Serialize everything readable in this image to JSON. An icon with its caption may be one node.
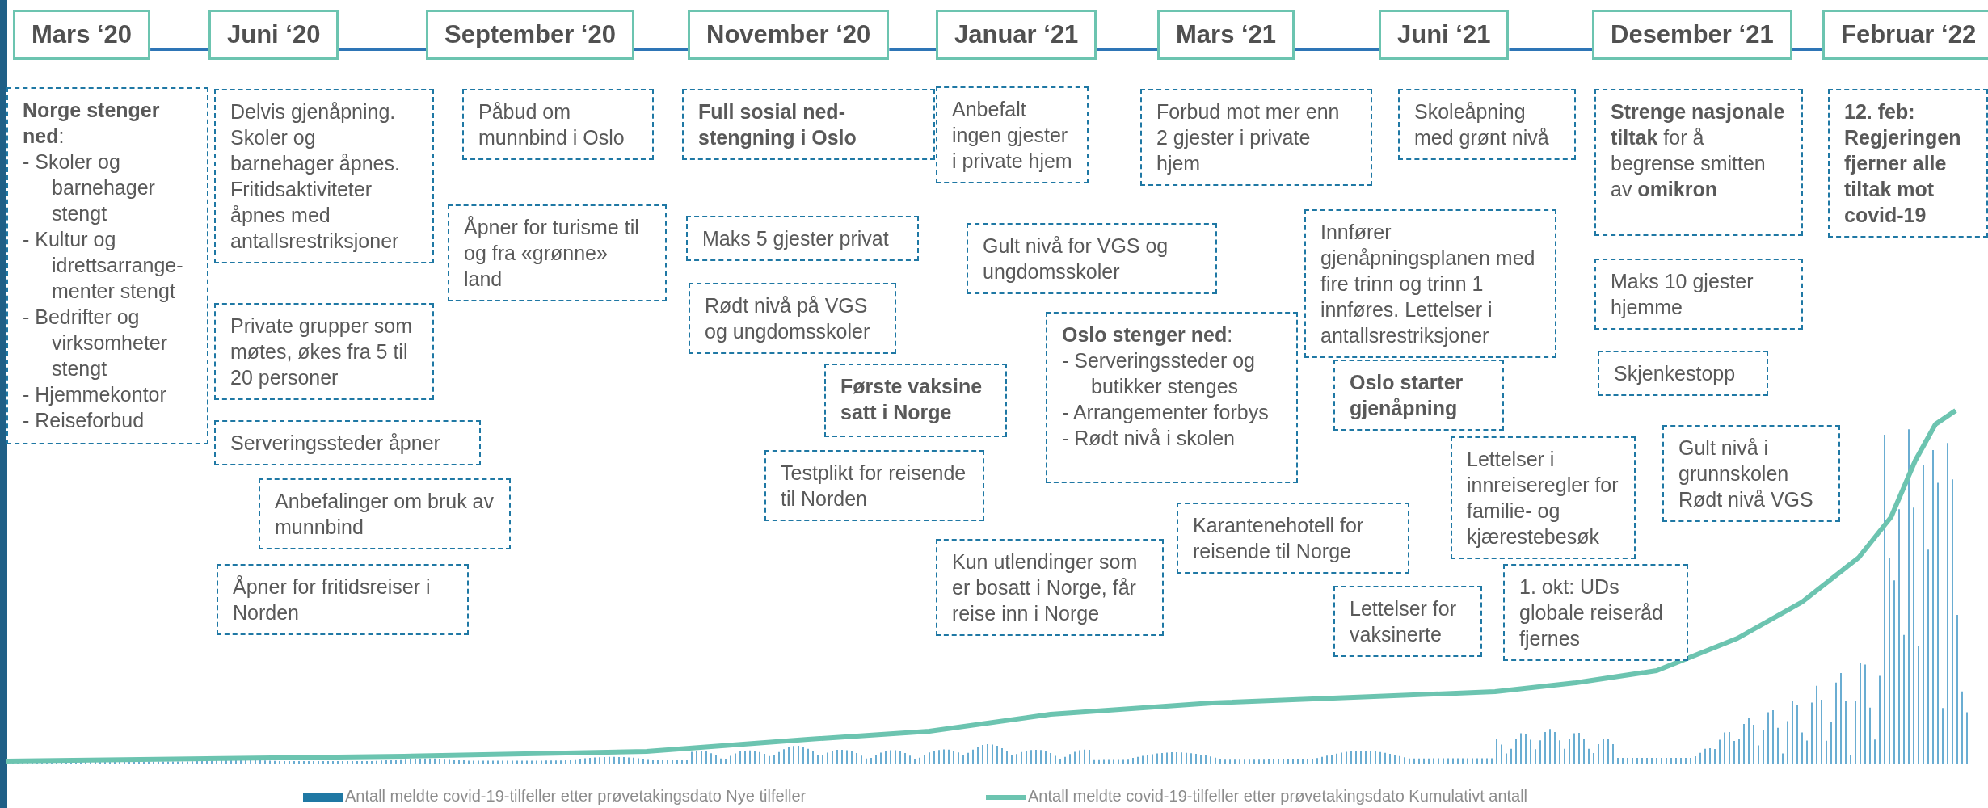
{
  "diagram": {
    "nodes": [
      {
        "text": [
          "Mars ‘20"
        ]
      },
      {
        "text": [
          "Juni ‘20"
        ]
      },
      {
        "text": [
          "September ‘20"
        ]
      },
      {
        "text": [
          "November ‘20"
        ]
      },
      {
        "text": [
          "Januar ‘21"
        ]
      },
      {
        "text": [
          "Mars ‘21"
        ]
      },
      {
        "text": [
          "Juni ‘21"
        ]
      },
      {
        "text": [
          "Desember ‘21"
        ]
      },
      {
        "text": [
          "Februar ‘22"
        ]
      },
      {
        "text": [
          "**Norge stenger ned**:",
          "- Skoler og barnehager stengt",
          "- Kultur og idrettsarrange-menter stengt",
          "- Bedrifter og virksomheter stengt",
          "- Hjemmekontor",
          "- Reiseforbud"
        ]
      },
      {
        "text": [
          "Delvis gjenåpning. Skoler og barnehager åpnes. Fritidsaktiviteter åpnes med antallsrestriksjoner"
        ]
      },
      {
        "text": [
          "Private grupper som møtes, økes fra 5 til 20 personer"
        ]
      },
      {
        "text": [
          "Serveringssteder åpner"
        ]
      },
      {
        "text": [
          "Anbefalinger om bruk av munnbind"
        ]
      },
      {
        "text": [
          "Åpner for fritidsreiser i Norden"
        ]
      },
      {
        "text": [
          "Påbud om munnbind i Oslo"
        ]
      },
      {
        "text": [
          "Åpner for turisme til og fra «grønne» land"
        ]
      },
      {
        "text": [
          "Full sosial ned-stengning i Oslo"
        ]
      },
      {
        "text": [
          "Maks 5 gjester privat"
        ]
      },
      {
        "text": [
          "Rødt nivå på VGS og ungdomsskoler"
        ]
      },
      {
        "text": [
          "Første vaksine satt i Norge"
        ]
      },
      {
        "text": [
          "Testplikt for reisende til Norden"
        ]
      },
      {
        "text": [
          "Anbefalt ingen gjester i private hjem"
        ]
      },
      {
        "text": [
          "Gult nivå for VGS og ungdomsskoler"
        ]
      },
      {
        "text": [
          "Kun utlendinger som er bosatt i Norge, får reise inn i Norge"
        ]
      },
      {
        "text": [
          "**Oslo stenger ned**:",
          "- Serveringssteder og butikker stenges",
          "- Arrangementer forbys",
          "- Rødt nivå i skolen"
        ]
      },
      {
        "text": [
          "Forbud mot mer enn 2 gjester i private hjem"
        ]
      },
      {
        "text": [
          "Karantenehotell for reisende til Norge"
        ]
      },
      {
        "text": [
          "Skoleåpning med grønt nivå"
        ]
      },
      {
        "text": [
          "Innfører gjenåpningsplanen med fire trinn og trinn 1 innføres. Lettelser i antallsrestriksjoner"
        ]
      },
      {
        "text": [
          "Oslo starter gjenåpning"
        ]
      },
      {
        "text": [
          "Lettelser i innreiseregler for familie- og kjærestebesøk"
        ]
      },
      {
        "text": [
          "Lettelser for vaksinerte"
        ]
      },
      {
        "text": [
          "1. okt: UDs globale reiseråd fjernes"
        ]
      },
      {
        "text": [
          "**Strenge nasjonale tiltak** for å begrense smitten av **omikron**"
        ]
      },
      {
        "text": [
          "Maks 10 gjester hjemme"
        ]
      },
      {
        "text": [
          "Skjenkestopp"
        ]
      },
      {
        "text": [
          "Gult nivå i grunnskolen Rødt nivå VGS"
        ]
      },
      {
        "text": [
          "12. feb: Regjeringen fjerner alle tiltak mot covid-19"
        ]
      }
    ],
    "edges": [
      {
        "from": 0,
        "to": 1,
        "arrow": "none"
      },
      {
        "from": 1,
        "to": 2,
        "arrow": "none"
      },
      {
        "from": 2,
        "to": 3,
        "arrow": "none"
      },
      {
        "from": 3,
        "to": 4,
        "arrow": "none"
      },
      {
        "from": 4,
        "to": 5,
        "arrow": "none"
      },
      {
        "from": 5,
        "to": 6,
        "arrow": "none"
      },
      {
        "from": 6,
        "to": 7,
        "arrow": "none"
      },
      {
        "from": 7,
        "to": 8,
        "arrow": "none"
      }
    ],
    "legend": [
      {
        "text": "Antall meldte covid-19-tilfeller etter prøvetakingsdato Nye tilfeller",
        "color": "#1f78a4"
      },
      {
        "text": "Antall meldte covid-19-tilfeller etter prøvetakingsdato Kumulativt antall"
      }
    ]
  }
}
